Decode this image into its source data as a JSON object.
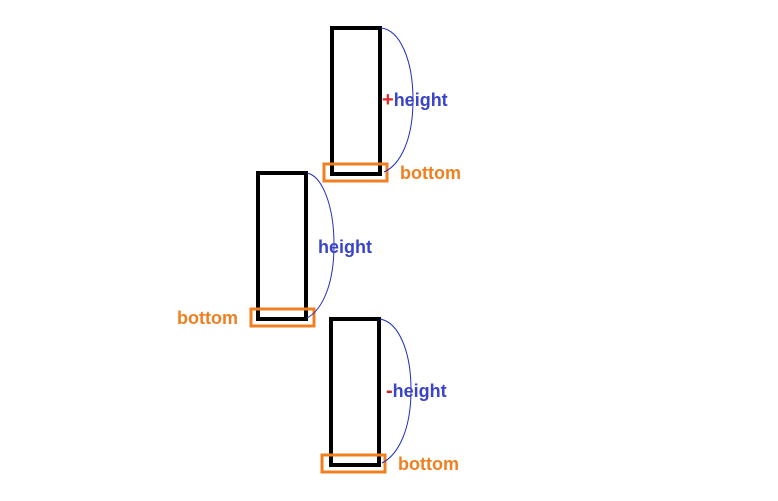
{
  "colors": {
    "bar": "#000000",
    "bottom_box": "#f07f20",
    "brace": "#1f2fbf",
    "height_label": "#3a44c8",
    "plus": "#e8262b",
    "minus": "#c8262b"
  },
  "diagrams": [
    {
      "sign": "+",
      "height_label": "height",
      "bottom_label": "bottom"
    },
    {
      "sign": "",
      "height_label": "height",
      "bottom_label": "bottom"
    },
    {
      "sign": "-",
      "height_label": "height",
      "bottom_label": "bottom"
    }
  ]
}
